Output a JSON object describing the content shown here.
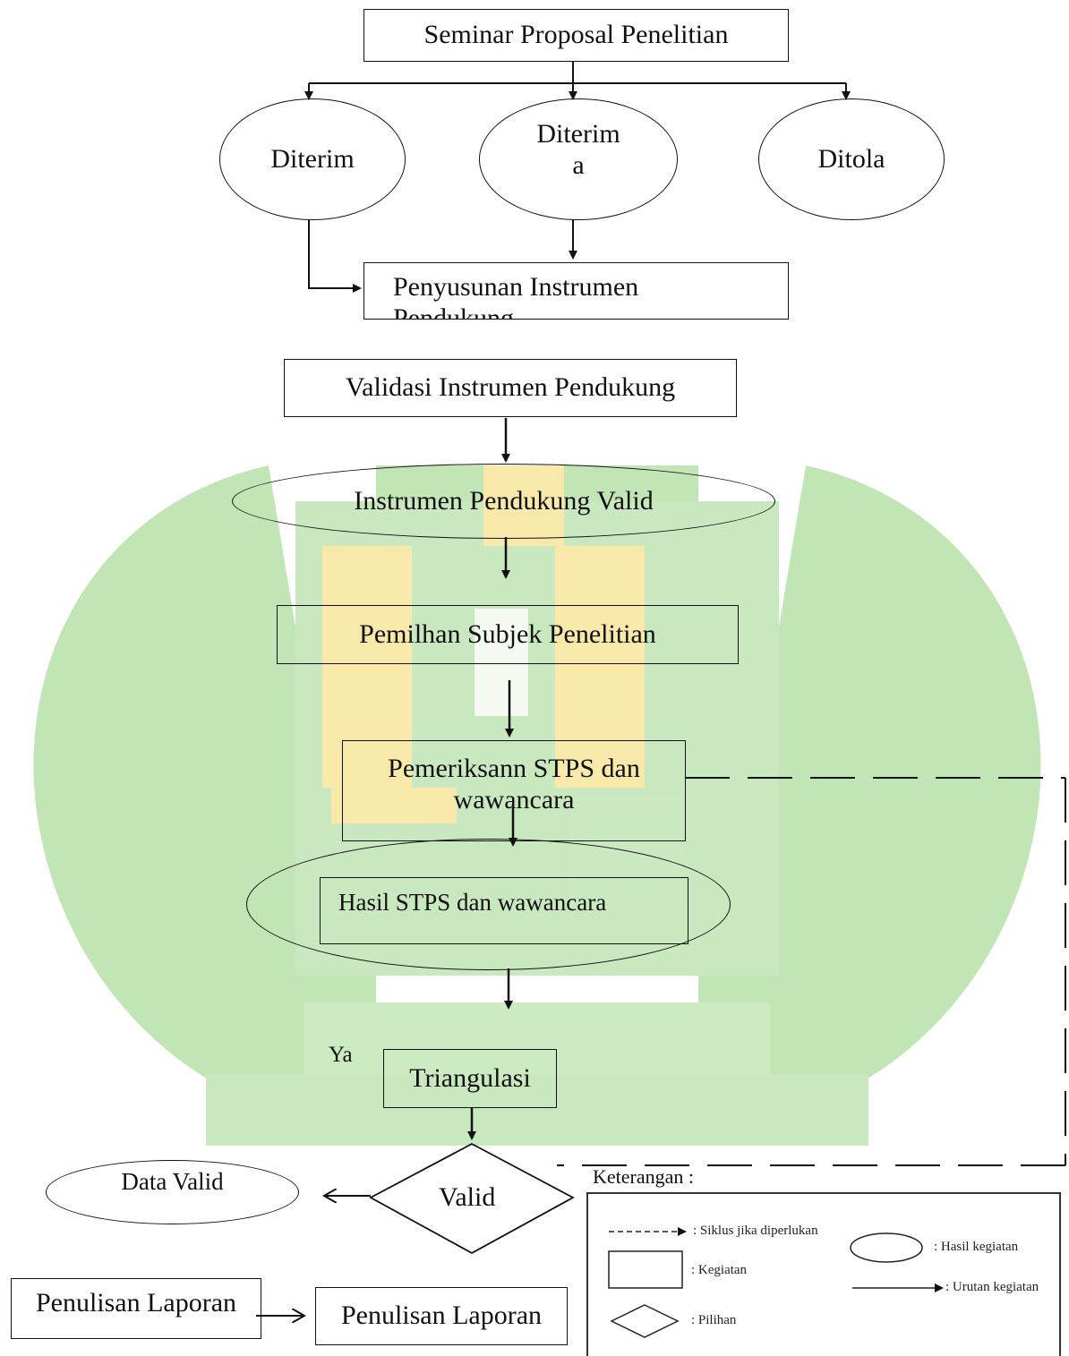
{
  "nodes": {
    "seminar": "Seminar Proposal Penelitian",
    "diterim_left": "Diterim",
    "diterim_mid_line1": "Diterim",
    "diterim_mid_line2": "a",
    "ditola": "Ditola",
    "penyusunan_line1": "Penyusunan Instrumen",
    "penyusunan_line2": "Pendukung",
    "validasi": "Validasi Instrumen Pendukung",
    "instrumen_valid": "Instrumen Pendukung Valid",
    "pemilihan": "Pemilhan Subjek Penelitian",
    "pemeriksaan_line1": "Pemeriksann STPS dan",
    "pemeriksaan_line2": "wawancara",
    "hasil": "Hasil STPS dan wawancara",
    "ya": "Ya",
    "triangulasi": "Triangulasi",
    "valid": "Valid",
    "data_valid": "Data Valid",
    "penulisan_left": "Penulisan Laporan",
    "penulisan_right": "Penulisan Laporan"
  },
  "legend": {
    "title": "Keterangan :",
    "siklus": ": Siklus jika diperlukan",
    "kegiatan": ": Kegiatan",
    "pilihan": ": Pilihan",
    "hasil": ": Hasil kegiatan",
    "urutan": ": Urutan kegiatan"
  },
  "colors": {
    "watermark_green": "#7cc46a",
    "watermark_yellow": "#f2d35c",
    "line": "#111111"
  }
}
